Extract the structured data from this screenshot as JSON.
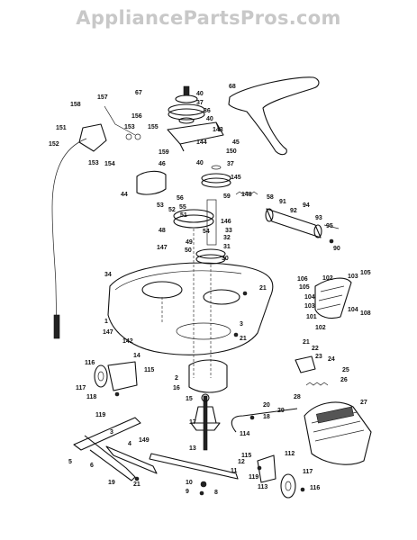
{
  "watermark": "AppliancePartsPros.com",
  "labels": [
    {
      "id": "l68",
      "text": "68"
    },
    {
      "id": "l40a",
      "text": "40"
    },
    {
      "id": "l37a",
      "text": "37"
    },
    {
      "id": "l36",
      "text": "36"
    },
    {
      "id": "l40b",
      "text": "40"
    },
    {
      "id": "l143",
      "text": "143"
    },
    {
      "id": "l158",
      "text": "158"
    },
    {
      "id": "l157",
      "text": "157"
    },
    {
      "id": "l67",
      "text": "67"
    },
    {
      "id": "l151",
      "text": "151"
    },
    {
      "id": "l156",
      "text": "156"
    },
    {
      "id": "l153a",
      "text": "153"
    },
    {
      "id": "l155",
      "text": "155"
    },
    {
      "id": "l152",
      "text": "152"
    },
    {
      "id": "l153b",
      "text": "153"
    },
    {
      "id": "l154",
      "text": "154"
    },
    {
      "id": "l144",
      "text": "144"
    },
    {
      "id": "l45",
      "text": "45"
    },
    {
      "id": "l150",
      "text": "150"
    },
    {
      "id": "l159",
      "text": "159"
    },
    {
      "id": "l40c",
      "text": "40"
    },
    {
      "id": "l37b",
      "text": "37"
    },
    {
      "id": "l145",
      "text": "145"
    },
    {
      "id": "l46",
      "text": "46"
    },
    {
      "id": "l44",
      "text": "44"
    },
    {
      "id": "l56",
      "text": "56"
    },
    {
      "id": "l59",
      "text": "59"
    },
    {
      "id": "l148",
      "text": "148"
    },
    {
      "id": "l58",
      "text": "58"
    },
    {
      "id": "l91",
      "text": "91"
    },
    {
      "id": "l94",
      "text": "94"
    },
    {
      "id": "l92",
      "text": "92"
    },
    {
      "id": "l93",
      "text": "93"
    },
    {
      "id": "l53",
      "text": "53"
    },
    {
      "id": "l52",
      "text": "52"
    },
    {
      "id": "l55",
      "text": "55"
    },
    {
      "id": "l51",
      "text": "51"
    },
    {
      "id": "l146",
      "text": "146"
    },
    {
      "id": "l48",
      "text": "48"
    },
    {
      "id": "l54",
      "text": "54"
    },
    {
      "id": "l33",
      "text": "33"
    },
    {
      "id": "l32",
      "text": "32"
    },
    {
      "id": "l49",
      "text": "49"
    },
    {
      "id": "l147a",
      "text": "147"
    },
    {
      "id": "l50",
      "text": "50"
    },
    {
      "id": "l31",
      "text": "31"
    },
    {
      "id": "l95",
      "text": "95"
    },
    {
      "id": "l90",
      "text": "90"
    },
    {
      "id": "l30",
      "text": "30"
    },
    {
      "id": "l34",
      "text": "34"
    },
    {
      "id": "l21a",
      "text": "21"
    },
    {
      "id": "l106",
      "text": "106"
    },
    {
      "id": "l102a",
      "text": "102"
    },
    {
      "id": "l103a",
      "text": "103"
    },
    {
      "id": "l105a",
      "text": "105"
    },
    {
      "id": "l105b",
      "text": "105"
    },
    {
      "id": "l104a",
      "text": "104"
    },
    {
      "id": "l103b",
      "text": "103"
    },
    {
      "id": "l101",
      "text": "101"
    },
    {
      "id": "l104b",
      "text": "104"
    },
    {
      "id": "l108",
      "text": "108"
    },
    {
      "id": "l102b",
      "text": "102"
    },
    {
      "id": "l1",
      "text": "1"
    },
    {
      "id": "l147b",
      "text": "147"
    },
    {
      "id": "l3",
      "text": "3"
    },
    {
      "id": "l21b",
      "text": "21"
    },
    {
      "id": "l142",
      "text": "142"
    },
    {
      "id": "l21c",
      "text": "21"
    },
    {
      "id": "l22",
      "text": "22"
    },
    {
      "id": "l23",
      "text": "23"
    },
    {
      "id": "l24",
      "text": "24"
    },
    {
      "id": "l116a",
      "text": "116"
    },
    {
      "id": "l14",
      "text": "14"
    },
    {
      "id": "l115a",
      "text": "115"
    },
    {
      "id": "l25",
      "text": "25"
    },
    {
      "id": "l117a",
      "text": "117"
    },
    {
      "id": "l2",
      "text": "2"
    },
    {
      "id": "l16",
      "text": "16"
    },
    {
      "id": "l26",
      "text": "26"
    },
    {
      "id": "l118",
      "text": "118"
    },
    {
      "id": "l119a",
      "text": "119"
    },
    {
      "id": "l28",
      "text": "28"
    },
    {
      "id": "l27",
      "text": "27"
    },
    {
      "id": "l15",
      "text": "15"
    },
    {
      "id": "l20",
      "text": "20"
    },
    {
      "id": "l29",
      "text": "29"
    },
    {
      "id": "l17",
      "text": "17"
    },
    {
      "id": "l18",
      "text": "18"
    },
    {
      "id": "l3b",
      "text": "3"
    },
    {
      "id": "l4",
      "text": "4"
    },
    {
      "id": "l149",
      "text": "149"
    },
    {
      "id": "l114",
      "text": "114"
    },
    {
      "id": "l13",
      "text": "13"
    },
    {
      "id": "l115b",
      "text": "115"
    },
    {
      "id": "l112",
      "text": "112"
    },
    {
      "id": "l5",
      "text": "5"
    },
    {
      "id": "l6",
      "text": "6"
    },
    {
      "id": "l12",
      "text": "12"
    },
    {
      "id": "l11",
      "text": "11"
    },
    {
      "id": "l117b",
      "text": "117"
    },
    {
      "id": "l119b",
      "text": "119"
    },
    {
      "id": "l10",
      "text": "10"
    },
    {
      "id": "l19",
      "text": "19"
    },
    {
      "id": "l21d",
      "text": "21"
    },
    {
      "id": "l9",
      "text": "9"
    },
    {
      "id": "l8",
      "text": "8"
    },
    {
      "id": "l113",
      "text": "113"
    },
    {
      "id": "l116b",
      "text": "116"
    }
  ]
}
